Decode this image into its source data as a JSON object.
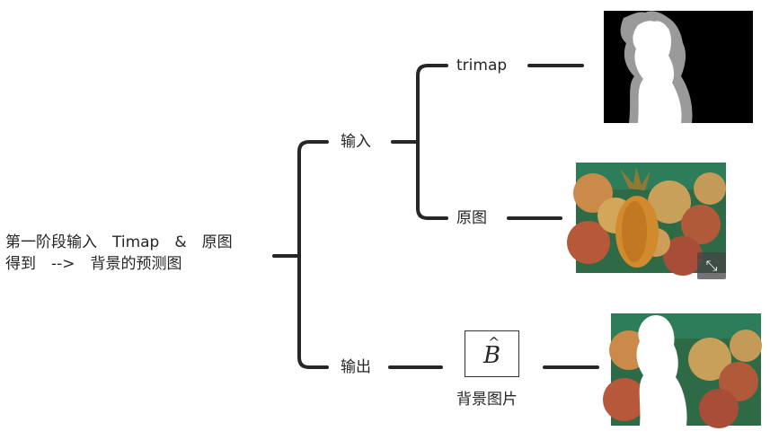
{
  "root": {
    "line1": "第一阶段输入　Timap　&　原图",
    "line2": "得到　-->　背景的预测图"
  },
  "branches": {
    "input": "输入",
    "output": "输出"
  },
  "input_children": {
    "trimap": "trimap",
    "original": "原图"
  },
  "output_children": {
    "bhat_symbol": "B",
    "bhat_caption": "背景图片"
  },
  "icons": {
    "expand": "expand-icon"
  },
  "colors": {
    "connector": "#262626",
    "text": "#262626"
  }
}
